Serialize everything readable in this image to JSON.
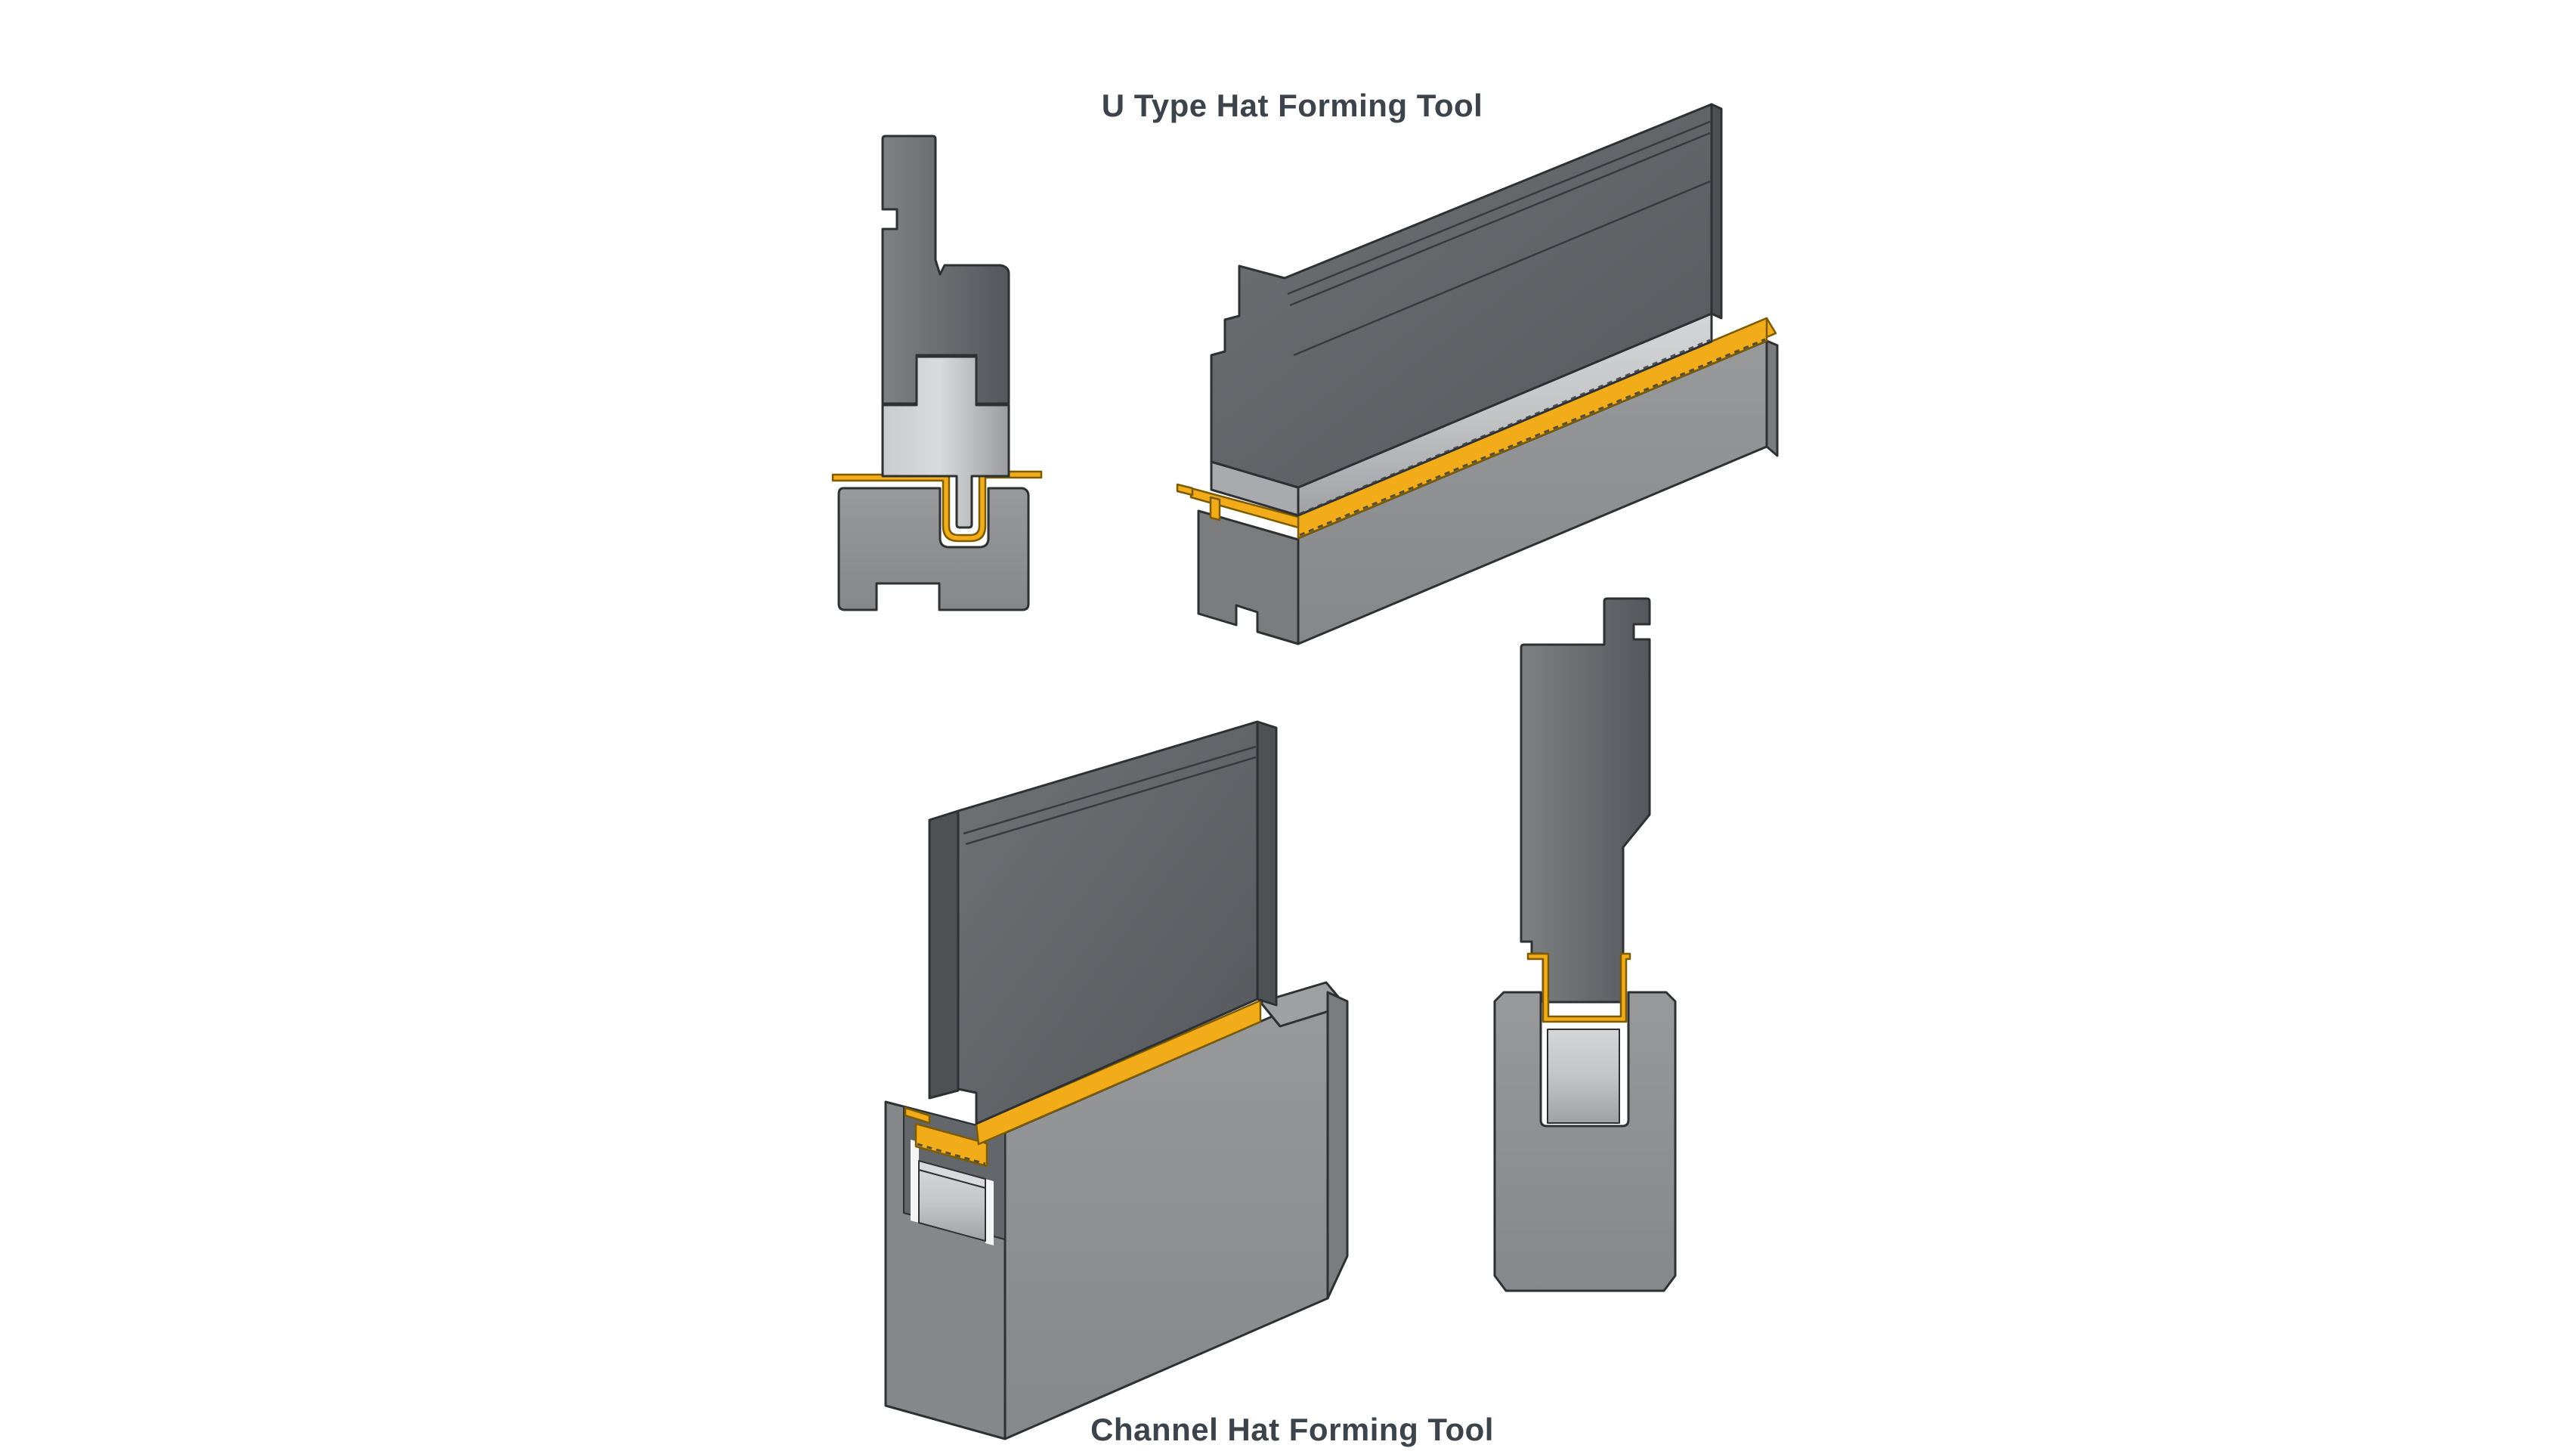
{
  "titles": {
    "top": "U Type Hat Forming Tool",
    "bottom": "Channel Hat Forming Tool"
  },
  "figures": {
    "u_section": "u-type-tool-cross-section",
    "u_iso": "u-type-tool-isometric",
    "channel_iso": "channel-tool-isometric",
    "channel_section": "channel-tool-cross-section"
  },
  "colors": {
    "background": "#ffffff",
    "title_text": "#3d434a",
    "punch_dark": "#62656a",
    "punch_darker": "#4e5154",
    "insert_light": "#b8babc",
    "die_gray": "#8d8f91",
    "die_dark": "#7a7c7e",
    "die_top": "#9ea0a2",
    "cavity_dark": "#63666a",
    "sheet_yellow": "#f2ac19",
    "sheet_gold": "#7d5c00",
    "outline": "#2e3134"
  }
}
